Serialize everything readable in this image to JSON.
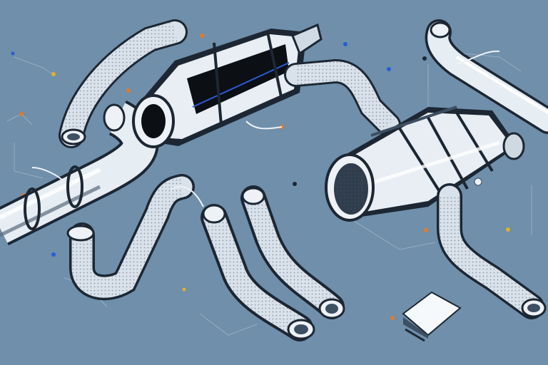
{
  "scene": {
    "description_hidden": "",
    "colors": {
      "background": "#6f8faa",
      "chrome_light": "#eef2f6",
      "chrome_mid": "#b9c6d3",
      "chrome_dark": "#3d4f63",
      "shadow": "#1c2733",
      "heat_shield": "#0c0f14",
      "accent_orange": "#e07a2c",
      "accent_blue": "#2c5bd6",
      "wire": "#d3dde6"
    },
    "objects": [
      {
        "name": "catalytic-converter",
        "icon": "muffler-icon"
      },
      {
        "name": "resonator",
        "icon": "muffler-icon"
      },
      {
        "name": "exhaust-pipe",
        "icon": "pipe-icon"
      },
      {
        "name": "bracket-plate",
        "icon": "plate-icon"
      }
    ]
  }
}
